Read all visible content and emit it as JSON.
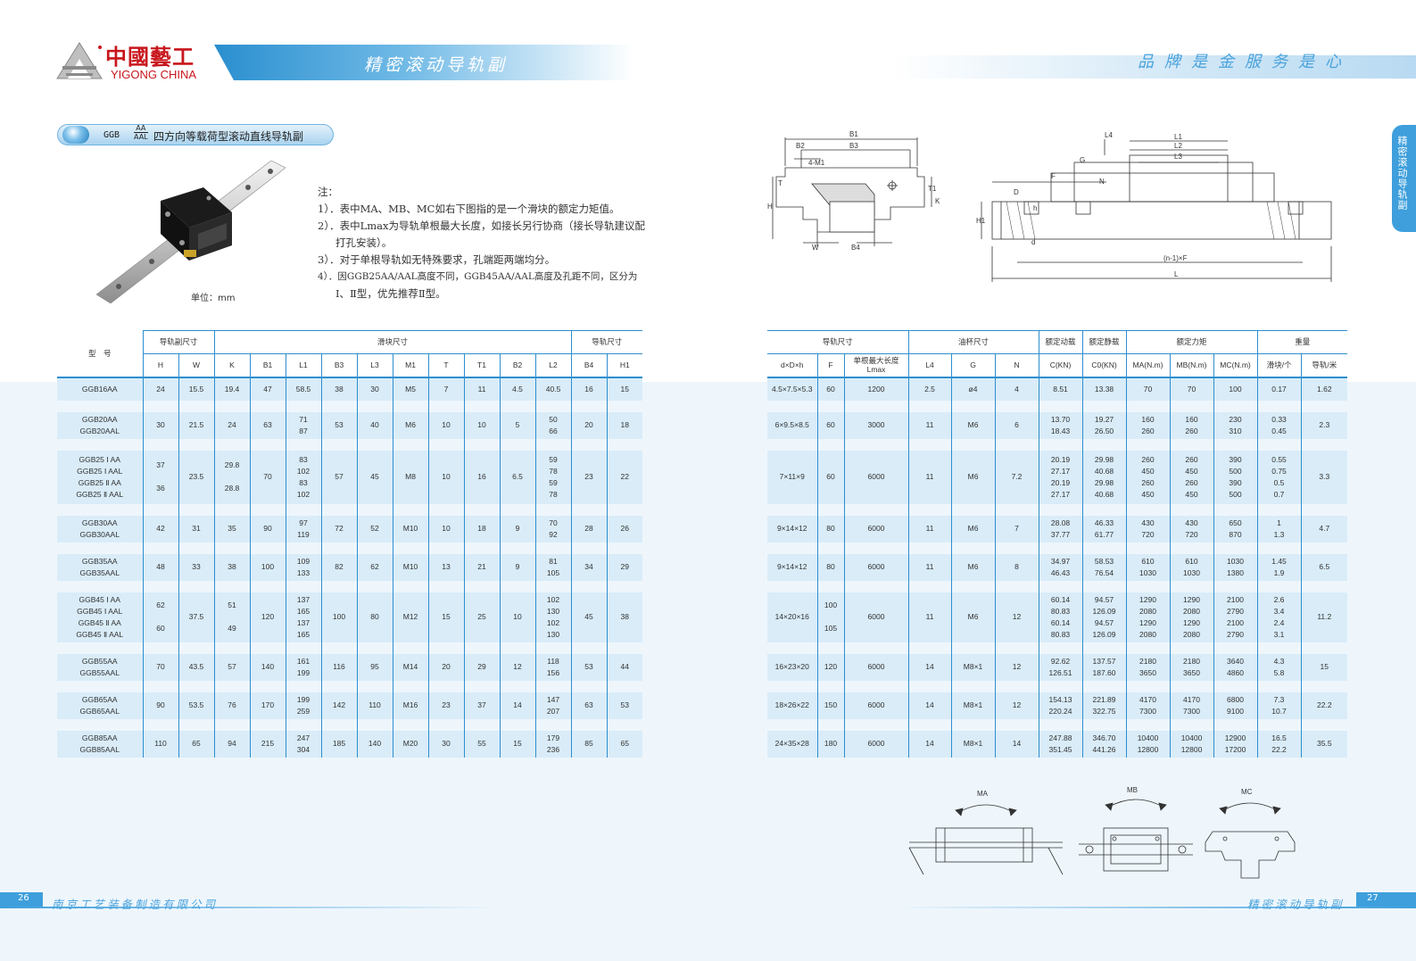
{
  "header": {
    "logo_cn": "中國藝工",
    "logo_en": "YIGONG CHINA",
    "title": "精密滚动导轨副",
    "slogan": "品牌是金服务是心",
    "side_tab": "精密滚动导轨副"
  },
  "section": {
    "model": "GGB",
    "sup1": "AA",
    "sup2": "AAL",
    "title": "四方向等载荷型滚动直线导轨副"
  },
  "unit": "单位：mm",
  "notes": [
    "注：",
    "1）．表中MA、MB、MC如右下图指的是一个滑块的额定力矩值。",
    "2）．表中Lmax为导轨单根最大长度，如接长另行协商（接长导轨建议配",
    "打孔安装）。",
    "3）．对于单根导轨如无特殊要求，孔端距两端均分。",
    "4）．因GGB25AA/AAL高度不同，GGB45AA/AAL高度及孔距不同，区分为",
    "Ⅰ、Ⅱ型，优先推荐Ⅱ型。"
  ],
  "left_table": {
    "model_header": "型　号",
    "group1": "导轨副尺寸",
    "group2": "滑块尺寸",
    "group3": "导轨尺寸",
    "cols": [
      "H",
      "W",
      "K",
      "B1",
      "L1",
      "B3",
      "L3",
      "M1",
      "T",
      "T1",
      "B2",
      "L2",
      "B4",
      "H1"
    ],
    "rows": [
      {
        "model": [
          "GGB16AA"
        ],
        "v": [
          "24",
          "15.5",
          "19.4",
          "47",
          "58.5",
          "38",
          "30",
          "M5",
          "7",
          "11",
          "4.5",
          "40.5",
          "16",
          "15"
        ]
      },
      {
        "model": [
          "GGB20AA",
          "GGB20AAL"
        ],
        "v": [
          "30",
          "21.5",
          "24",
          "63",
          "71\n87",
          "53",
          "40",
          "M6",
          "10",
          "10",
          "5",
          "50\n66",
          "20",
          "18"
        ]
      },
      {
        "model": [
          "GGB25 Ⅰ AA",
          "GGB25 Ⅰ AAL",
          "GGB25 Ⅱ AA",
          "GGB25 Ⅱ AAL"
        ],
        "v": [
          "37\n\n36",
          "23.5",
          "29.8\n\n28.8",
          "70",
          "83\n102\n83\n102",
          "57",
          "45",
          "M8",
          "10",
          "16",
          "6.5",
          "59\n78\n59\n78",
          "23",
          "22"
        ]
      },
      {
        "model": [
          "GGB30AA",
          "GGB30AAL"
        ],
        "v": [
          "42",
          "31",
          "35",
          "90",
          "97\n119",
          "72",
          "52",
          "M10",
          "10",
          "18",
          "9",
          "70\n92",
          "28",
          "26"
        ]
      },
      {
        "model": [
          "GGB35AA",
          "GGB35AAL"
        ],
        "v": [
          "48",
          "33",
          "38",
          "100",
          "109\n133",
          "82",
          "62",
          "M10",
          "13",
          "21",
          "9",
          "81\n105",
          "34",
          "29"
        ]
      },
      {
        "model": [
          "GGB45 Ⅰ AA",
          "GGB45 Ⅰ AAL",
          "GGB45 Ⅱ AA",
          "GGB45 Ⅱ AAL"
        ],
        "v": [
          "62\n\n60",
          "37.5",
          "51\n\n49",
          "120",
          "137\n165\n137\n165",
          "100",
          "80",
          "M12",
          "15",
          "25",
          "10",
          "102\n130\n102\n130",
          "45",
          "38"
        ]
      },
      {
        "model": [
          "GGB55AA",
          "GGB55AAL"
        ],
        "v": [
          "70",
          "43.5",
          "57",
          "140",
          "161\n199",
          "116",
          "95",
          "M14",
          "20",
          "29",
          "12",
          "118\n156",
          "53",
          "44"
        ]
      },
      {
        "model": [
          "GGB65AA",
          "GGB65AAL"
        ],
        "v": [
          "90",
          "53.5",
          "76",
          "170",
          "199\n259",
          "142",
          "110",
          "M16",
          "23",
          "37",
          "14",
          "147\n207",
          "63",
          "53"
        ]
      },
      {
        "model": [
          "GGB85AA",
          "GGB85AAL"
        ],
        "v": [
          "110",
          "65",
          "94",
          "215",
          "247\n304",
          "185",
          "140",
          "M20",
          "30",
          "55",
          "15",
          "179\n236",
          "85",
          "65"
        ]
      }
    ]
  },
  "right_table": {
    "group1": "导轨尺寸",
    "group2": "油杯尺寸",
    "group3": "额定动载",
    "group4": "额定静载",
    "group5": "额定力矩",
    "group6": "重量",
    "cols": [
      "d×D×h",
      "F",
      "单根最大长度",
      "L4",
      "G",
      "N",
      "C(KN)",
      "C0(KN)",
      "MA(N.m)",
      "MB(N.m)",
      "MC(N.m)",
      "滑块/个",
      "导轨/米"
    ],
    "lmax_sub": "Lmax",
    "rows": [
      [
        "4.5×7.5×5.3",
        "60",
        "1200",
        "2.5",
        "ø4",
        "4",
        "8.51",
        "13.38",
        "70",
        "70",
        "100",
        "0.17",
        "1.62"
      ],
      [
        "6×9.5×8.5",
        "60",
        "3000",
        "11",
        "M6",
        "6",
        "13.70\n18.43",
        "19.27\n26.50",
        "160\n260",
        "160\n260",
        "230\n310",
        "0.33\n0.45",
        "2.3"
      ],
      [
        "7×11×9",
        "60",
        "6000",
        "11",
        "M6",
        "7.2",
        "20.19\n27.17\n20.19\n27.17",
        "29.98\n40.68\n29.98\n40.68",
        "260\n450\n260\n450",
        "260\n450\n260\n450",
        "390\n500\n390\n500",
        "0.55\n0.75\n0.5\n0.7",
        "3.3"
      ],
      [
        "9×14×12",
        "80",
        "6000",
        "11",
        "M6",
        "7",
        "28.08\n37.77",
        "46.33\n61.77",
        "430\n720",
        "430\n720",
        "650\n870",
        "1\n1.3",
        "4.7"
      ],
      [
        "9×14×12",
        "80",
        "6000",
        "11",
        "M6",
        "8",
        "34.97\n46.43",
        "58.53\n76.54",
        "610\n1030",
        "610\n1030",
        "1030\n1380",
        "1.45\n1.9",
        "6.5"
      ],
      [
        "14×20×16",
        "100\n\n105",
        "6000",
        "11",
        "M6",
        "12",
        "60.14\n80.83\n60.14\n80.83",
        "94.57\n126.09\n94.57\n126.09",
        "1290\n2080\n1290\n2080",
        "1290\n2080\n1290\n2080",
        "2100\n2790\n2100\n2790",
        "2.6\n3.4\n2.4\n3.1",
        "11.2"
      ],
      [
        "16×23×20",
        "120",
        "6000",
        "14",
        "M8×1",
        "12",
        "92.62\n126.51",
        "137.57\n187.60",
        "2180\n3650",
        "2180\n3650",
        "3640\n4860",
        "4.3\n5.8",
        "15"
      ],
      [
        "18×26×22",
        "150",
        "6000",
        "14",
        "M8×1",
        "12",
        "154.13\n220.24",
        "221.89\n322.75",
        "4170\n7300",
        "4170\n7300",
        "6800\n9100",
        "7.3\n10.7",
        "22.2"
      ],
      [
        "24×35×28",
        "180",
        "6000",
        "14",
        "M8×1",
        "14",
        "247.88\n351.45",
        "346.70\n441.26",
        "10400\n12800",
        "10400\n12800",
        "12900\n17200",
        "16.5\n22.2",
        "35.5"
      ]
    ]
  },
  "drawing_labels": {
    "front": [
      "B1",
      "B3",
      "4-M1",
      "T",
      "T1",
      "K",
      "H",
      "W",
      "B4",
      "B2"
    ],
    "side": [
      "L1",
      "L2",
      "L3",
      "L4",
      "G",
      "N",
      "F",
      "D",
      "h",
      "H1",
      "d",
      "(n-1)×F",
      "L"
    ],
    "moments": [
      "MA",
      "MB",
      "MC"
    ]
  },
  "footer": {
    "page_left": "26",
    "company": "南京工艺装备制造有限公司",
    "title": "精密滚动导轨副",
    "page_right": "27"
  }
}
